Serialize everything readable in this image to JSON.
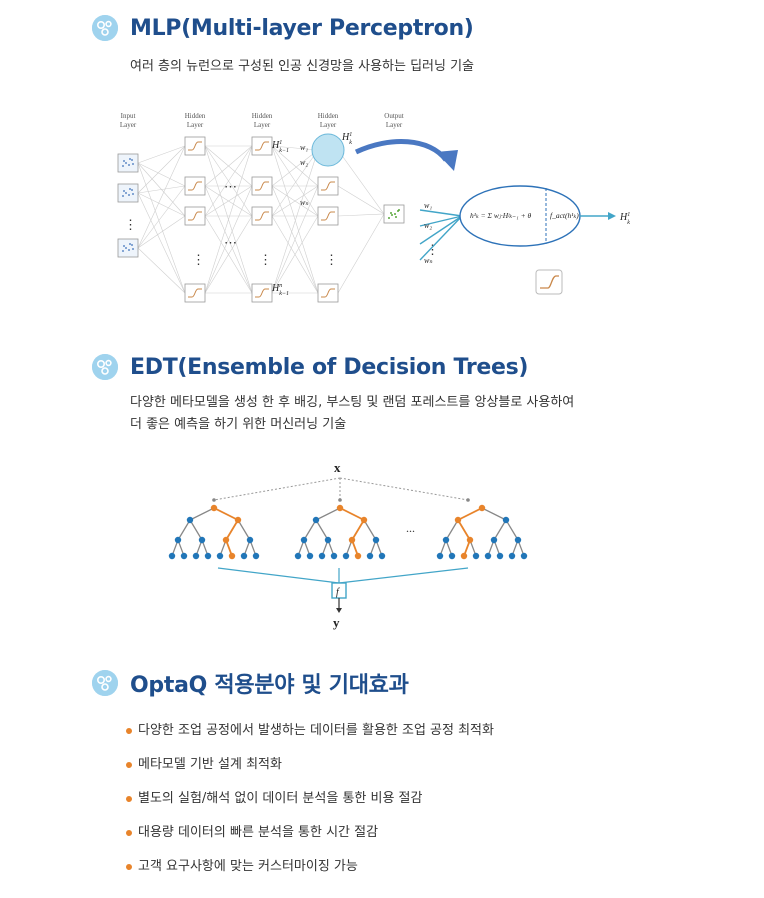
{
  "sections": {
    "mlp": {
      "title": "MLP(Multi-layer Perceptron)",
      "description": "여러 층의 뉴런으로 구성된 인공 신경망을 사용하는 딥러닝 기술",
      "figure": {
        "layer_labels": [
          [
            "Input",
            "Layer"
          ],
          [
            "Hidden",
            "Layer"
          ],
          [
            "Hidden",
            "Layer"
          ],
          [
            "Hidden",
            "Layer"
          ],
          [
            "Output",
            "Layer"
          ]
        ],
        "weights_mid": [
          "w₁",
          "w₂",
          "wₙ"
        ],
        "weights_right": [
          "w₁",
          "w₂",
          "wₙ"
        ],
        "ellipsis": "⋯",
        "vellipsis": "⋮",
        "h_top": "H",
        "h_top_sup": "1",
        "h_top_sub": "k−1",
        "h_bot": "H",
        "h_bot_sup": "n",
        "h_bot_sub": "k−1",
        "h_node": "H",
        "h_node_sup": "1",
        "h_node_sub": "k",
        "equation": "h¹ₖ = Σ wⱼ·Hʲₖ₋₁ + θ",
        "f_act": "f_act(h¹ₖ)",
        "h_out": "H",
        "h_out_sup": "1",
        "h_out_sub": "k"
      }
    },
    "edt": {
      "title": "EDT(Ensemble of Decision Trees)",
      "description_lines": [
        "다양한 메타모델을 생성 한 후 배깅, 부스팅 및 랜덤 포레스트를 앙상블로 사용하여",
        "더 좋은 예측을 하기 위한 머신러닝 기술"
      ],
      "figure": {
        "input": "x",
        "func": "f",
        "output": "y",
        "ellipsis": "..."
      }
    },
    "optaq": {
      "title": "OptaQ 적용분야 및 기대효과",
      "items": [
        "다양한 조업 공정에서 발생하는 데이터를 활용한 조업 공정 최적화",
        "메타모델 기반 설계 최적화",
        "별도의 실험/해석 없이 데이터 분석을 통한 비용 절감",
        "대용량 데이터의 빠른 분석을 통한 시간 절감",
        "고객 요구사항에 맞는 커스터마이징 가능"
      ]
    }
  },
  "colors": {
    "title": "#1f4e8c",
    "bullet": "#e8842b",
    "icon": "#9fd3ee",
    "tree_orange": "#e8842b",
    "tree_blue": "#2176b8",
    "arrow_blue": "#4a78c2",
    "line_cyan": "#42a5c8"
  }
}
